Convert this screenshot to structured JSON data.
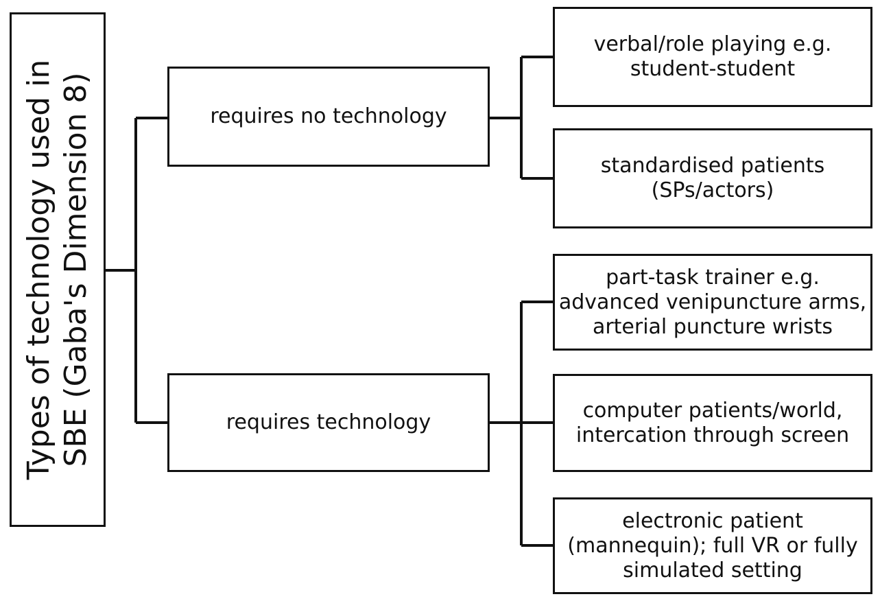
{
  "diagram": {
    "root": {
      "label": "Types of technology used in\nSBE (Gaba's Dimension 8)"
    },
    "branches": [
      {
        "label": "requires no technology",
        "children": [
          {
            "label": "verbal/role playing e.g.\nstudent-student"
          },
          {
            "label": "standardised patients\n(SPs/actors)"
          }
        ]
      },
      {
        "label": "requires technology",
        "children": [
          {
            "label": "part-task trainer e.g.\nadvanced venipuncture arms,\narterial puncture wrists"
          },
          {
            "label": "computer patients/world,\nintercation through screen"
          },
          {
            "label": "electronic patient\n(mannequin); full VR or fully\nsimulated setting"
          }
        ]
      }
    ]
  }
}
